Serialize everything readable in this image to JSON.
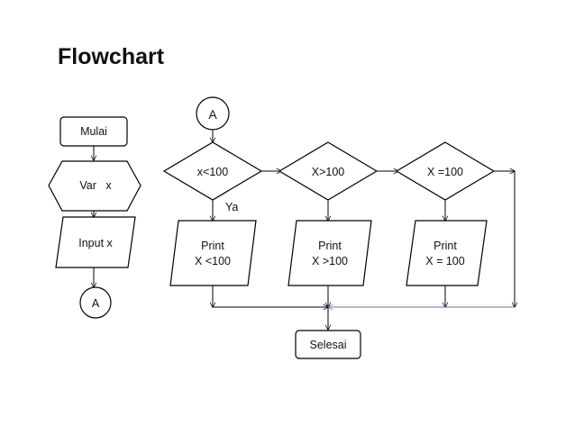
{
  "title": "Flowchart",
  "nodes": {
    "start": "Mulai",
    "var": "Var   x",
    "input": "Input x",
    "connector_left": "A",
    "connector_top": "A",
    "cond1": "x<100",
    "cond2": "X>100",
    "cond3": "X =100",
    "yes_label": "Ya",
    "print1": [
      "Print",
      "X <100"
    ],
    "print2": [
      "Print",
      "X >100"
    ],
    "print3": [
      "Print",
      "X = 100"
    ],
    "end": "Selesai"
  },
  "colors": {
    "stroke": "#000000",
    "bottom_line": "#5a7ea8"
  }
}
